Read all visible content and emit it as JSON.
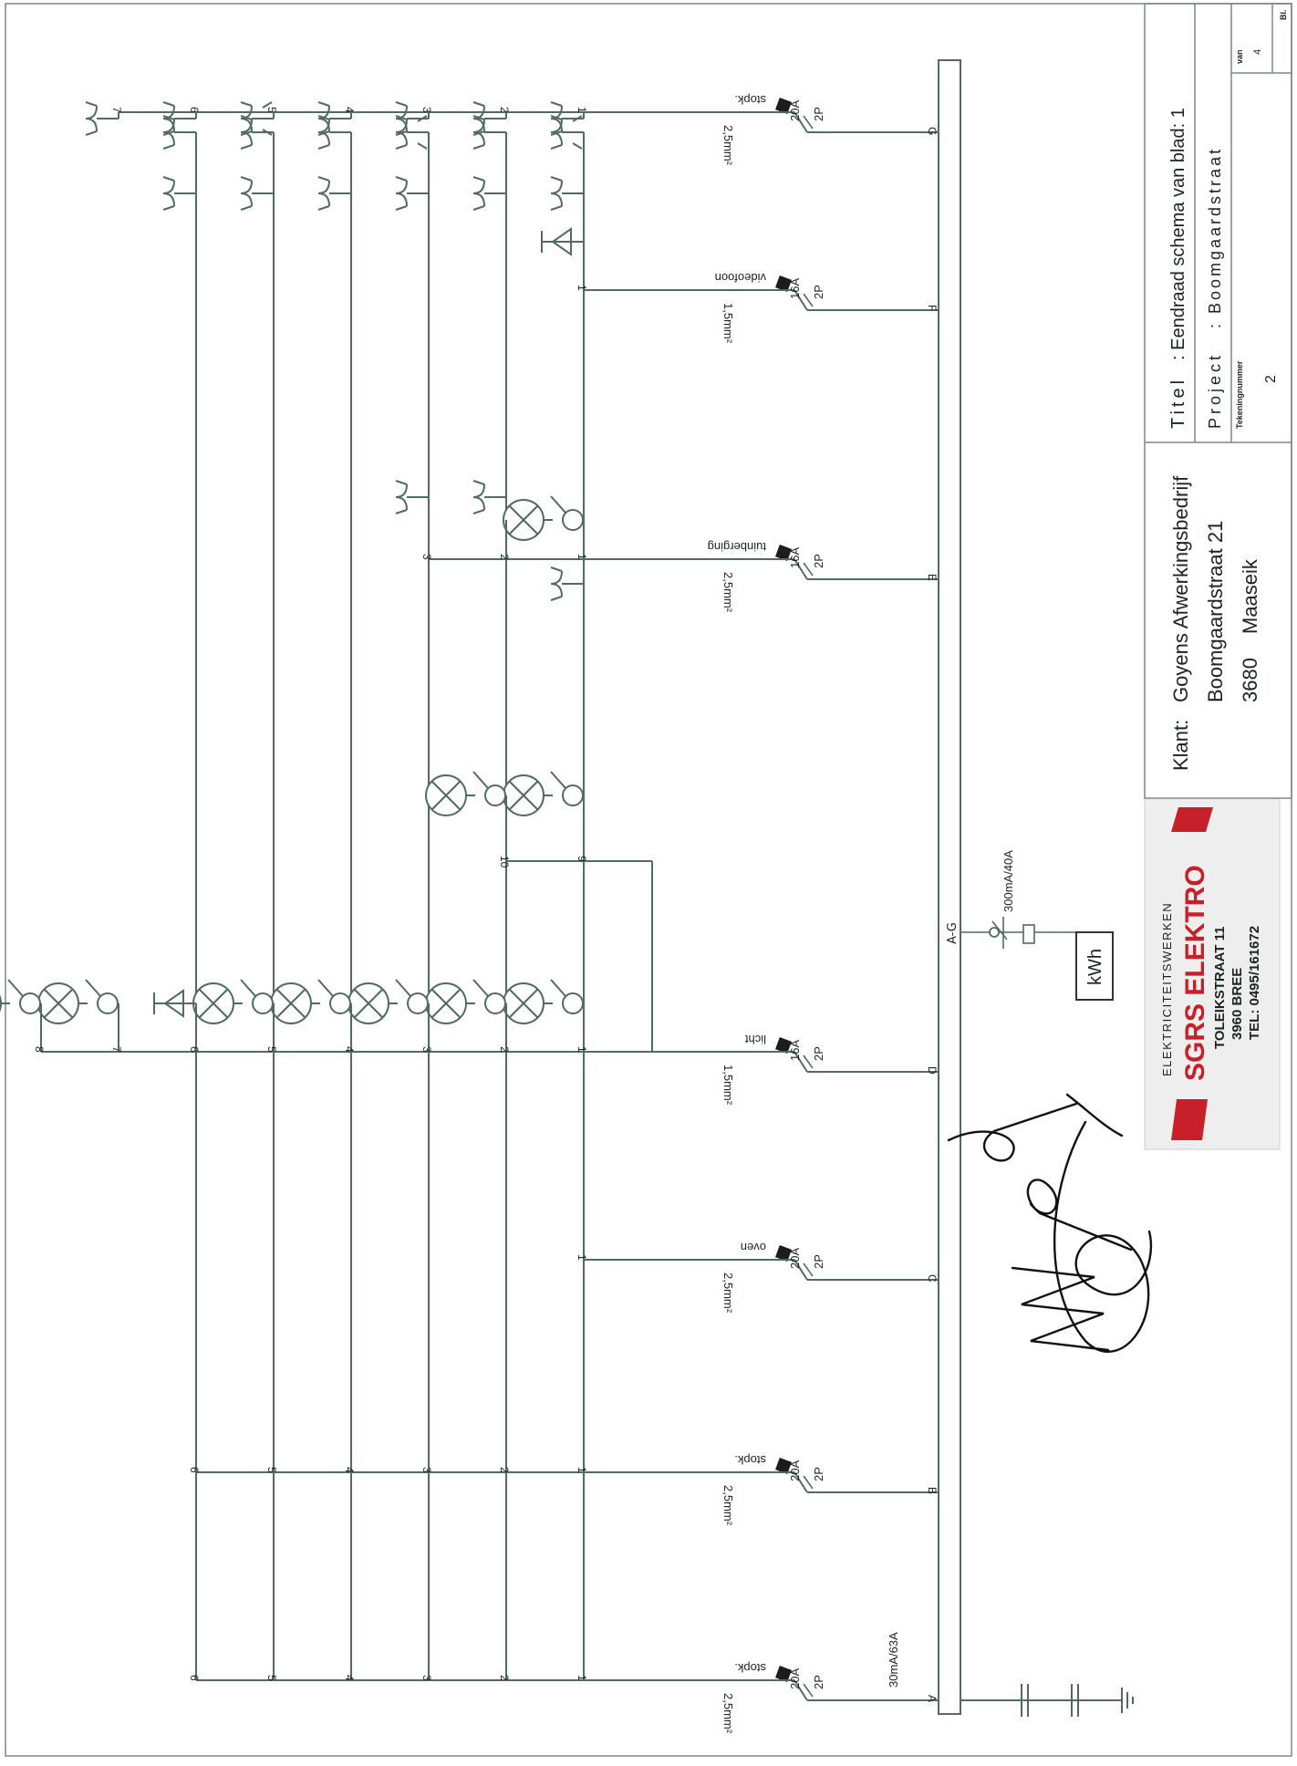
{
  "bus_label": "A-G",
  "main_earth_leakage": "30mA/63A",
  "sub_earth_leakage": "300mA/40A",
  "meter_label": "kWh",
  "breaker_poles": "2P",
  "groups": [
    {
      "letter": "A",
      "name": "stopk.",
      "amp": "20A",
      "cable": "2,5mm²",
      "count": 6
    },
    {
      "letter": "B",
      "name": "stopk.",
      "amp": "20A",
      "cable": "2,5mm²",
      "count": 6
    },
    {
      "letter": "C",
      "name": "oven",
      "amp": "20A",
      "cable": "2,5mm²",
      "count": 1
    },
    {
      "letter": "D",
      "name": "licht",
      "amp": "16A",
      "cable": "1,5mm²",
      "count": 10
    },
    {
      "letter": "E",
      "name": "tuinberging",
      "amp": "16A",
      "cable": "2,5mm²",
      "count": 3
    },
    {
      "letter": "F",
      "name": "videofoon",
      "amp": "16A",
      "cable": "1,5mm²",
      "count": 1
    },
    {
      "letter": "G",
      "name": "stopk.",
      "amp": "20A",
      "cable": "2,5mm²",
      "count": 7
    }
  ],
  "logo": {
    "line1": "ELEKTRICITEITSWERKEN",
    "brand": "SGRS ELEKTRO",
    "street": "TOLEIKSTRAAT 11",
    "city": "3960 BREE",
    "tel": "TEL: 0495/161672",
    "brand_color": "#c8202a"
  },
  "title_block": {
    "client_label": "Klant:",
    "client_name": "Goyens Afwerkingsbedrijf",
    "client_street": "Boomgaardstraat 21",
    "client_postcode": "3680",
    "client_city": "Maaseik",
    "titel_label": "Titel",
    "titel_value": ": Eendraad schema van blad: 1",
    "project_label": "Project",
    "project_value": ": Boomgaardstraat",
    "drawing_no_label": "Tekeningnummer",
    "drawing_no": "2",
    "van_label": "van",
    "van_value": "4",
    "bl_label": "Bl."
  }
}
